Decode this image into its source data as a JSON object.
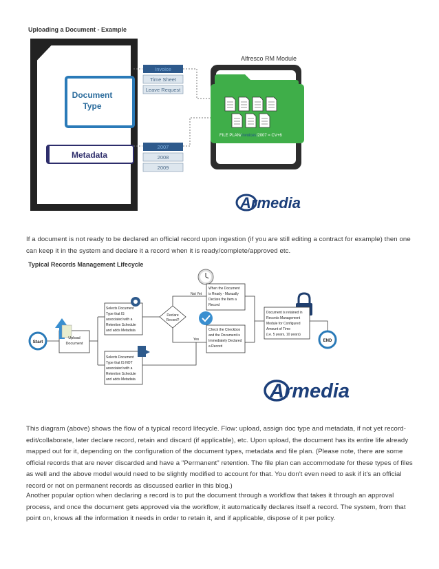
{
  "figure1": {
    "title": "Uploading a Document - Example",
    "doc_label_line1": "Document",
    "doc_label_line2": "Type",
    "metadata_label": "Metadata",
    "doc_types": [
      "Invoice",
      "Time Sheet",
      "Leave Request"
    ],
    "years": [
      "2007",
      "2008",
      "2009"
    ],
    "module_title": "Alfresco RM Module",
    "file_plan_prefix": "FILE PLAN/",
    "file_plan_highlight": "Invoices",
    "file_plan_suffix": "/2007 = CV+6",
    "logo_text": "Armedia"
  },
  "paragraph1": "If a document is not ready to be declared an official record upon ingestion (if you are still editing a contract for example) then one can keep it in the system and declare it a record when it is ready/complete/approved etc.",
  "figure2": {
    "title": "Typical Records Management Lifecycle",
    "start": "Start",
    "upload": [
      "Upload",
      "Document"
    ],
    "selects_is": [
      "Selects Document",
      "Type that IS",
      "associated with a",
      "Retention Schedule",
      "and adds Metadata"
    ],
    "selects_not": [
      "Selects Document",
      "Type that IS NOT",
      "associated with a",
      "Retention Schedule",
      "and adds Metadata"
    ],
    "declare": [
      "Declare",
      "Record?"
    ],
    "not_yet": "Not Yet",
    "yes": "Yes",
    "manual": [
      "When the Document",
      "is Ready - Manually",
      "Declare the Item a",
      "Record"
    ],
    "checkbox": [
      "Check the Checkbox",
      "and the Document is",
      "Immediately Declared",
      "a Record"
    ],
    "retained": [
      "Document is retained in",
      "Records Management",
      "Module for Configured",
      "Amount of Time",
      "(i.e. 5 years, 10 years)"
    ],
    "end": "END",
    "logo_text": "Armedia"
  },
  "paragraph2": "This diagram (above) shows the flow of a typical record lifecycle. Flow: upload, assign doc type and metadata, if not yet record-edit/collaborate, later declare record, retain and discard (if applicable), etc. Upon upload, the document has its entire life already mapped out for it, depending on the configuration of the document types, metadata and file plan. (Please note, there are some official records that are never discarded and have a \"Permanent\" retention. The file plan can accommodate for these types of files as well and the above model would need to be slightly modified to account for that. You don't even need to ask if it's an official record or not on permanent records as discussed earlier in this blog.)",
  "paragraph3": "Another popular option when declaring a record is to put the document through a workflow that takes it through an approval process, and once the document gets approved via the workflow, it automatically declares itself a record. The system, from that point on, knows all the information it needs in order to retain it, and if applicable, dispose of it per policy."
}
